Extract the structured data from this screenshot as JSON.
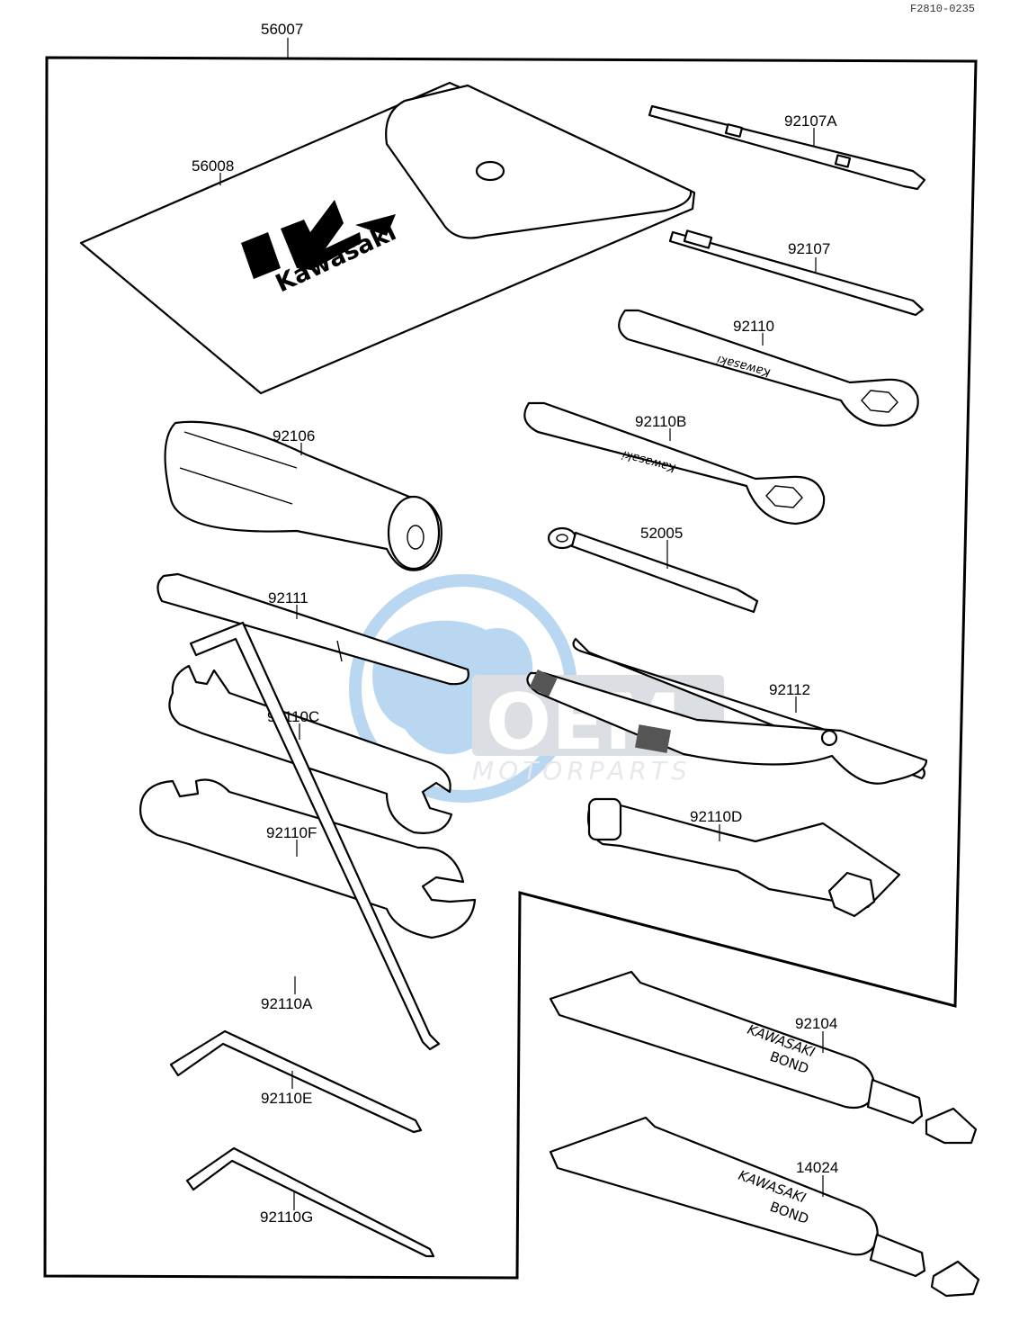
{
  "reference_code": "F2810-0235",
  "watermark": {
    "brand_big": "OEM",
    "brand_small": "MOTORPARTS",
    "color": "#3c8fd8"
  },
  "pouch_logo": {
    "word": "Kawasaki"
  },
  "tube_text": {
    "line1": "KAWASAKI",
    "line2": "BOND"
  },
  "labels": {
    "l56007": "56007",
    "l56008": "56008",
    "l92107A": "92107A",
    "l92107": "92107",
    "l92110": "92110",
    "l92110B": "92110B",
    "l52005": "52005",
    "l92106": "92106",
    "l92111": "92111",
    "l92112": "92112",
    "l92110C": "92110C",
    "l92110D": "92110D",
    "l92110F": "92110F",
    "l92110A": "92110A",
    "l92110E": "92110E",
    "l92110G": "92110G",
    "l92104": "92104",
    "l14024": "14024"
  }
}
